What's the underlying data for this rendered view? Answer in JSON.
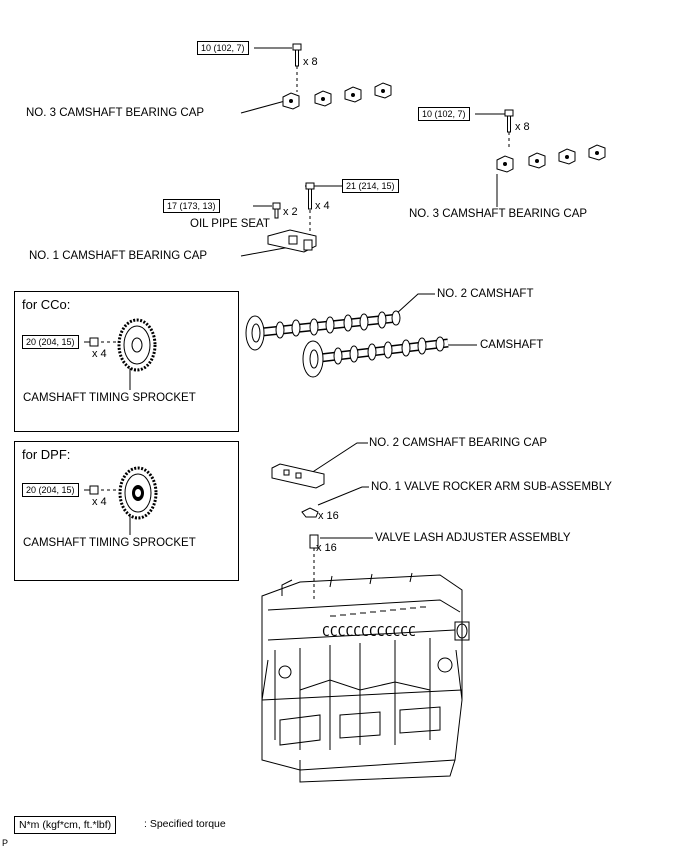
{
  "torque": {
    "top_center": "10 (102, 7)",
    "top_right": "10 (102, 7)",
    "oil_pipe": "17 (173, 13)",
    "no1_cap": "21 (214, 15)",
    "cco_sprocket": "20 (204, 15)",
    "dpf_sprocket": "20 (204, 15)"
  },
  "quantities": {
    "q_top_center": "x 8",
    "q_top_right": "x 8",
    "q_oil_pipe": "x 2",
    "q_no1_cap": "x 4",
    "q_cco": "x 4",
    "q_dpf": "x 4",
    "q_rocker": "x 16",
    "q_lash": "x 16"
  },
  "labels": {
    "no3_cap_left": "NO. 3 CAMSHAFT BEARING CAP",
    "no3_cap_right": "NO. 3 CAMSHAFT BEARING CAP",
    "oil_pipe_seat": "OIL PIPE SEAT",
    "no1_cap": "NO. 1 CAMSHAFT BEARING CAP",
    "no2_camshaft": "NO. 2 CAMSHAFT",
    "camshaft": "CAMSHAFT",
    "no2_cap": "NO. 2 CAMSHAFT BEARING CAP",
    "rocker_arm": "NO. 1 VALVE ROCKER ARM SUB-ASSEMBLY",
    "lash_adjuster": "VALVE LASH ADJUSTER ASSEMBLY"
  },
  "variants": {
    "cco_title": "for CCo:",
    "cco_part": "CAMSHAFT TIMING SPROCKET",
    "dpf_title": "for DPF:",
    "dpf_part": "CAMSHAFT TIMING SPROCKET"
  },
  "legend": {
    "unit_box": "N*m (kgf*cm, ft.*lbf)",
    "unit_text": ": Specified torque"
  },
  "corner_mark": "P"
}
